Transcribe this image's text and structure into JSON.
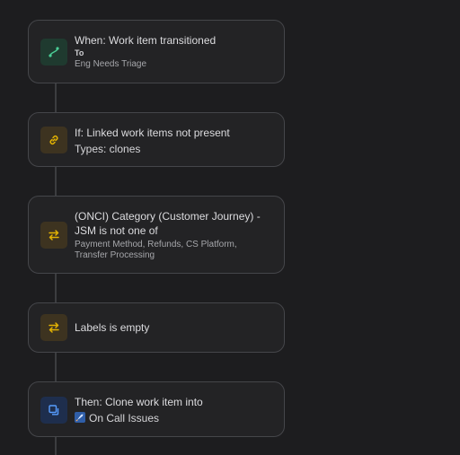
{
  "steps": [
    {
      "type": "trigger",
      "icon": "transition-icon",
      "title": "When: Work item transitioned",
      "label": "To",
      "detail": "Eng Needs Triage"
    },
    {
      "type": "condition",
      "icon": "link-icon",
      "title": "If: Linked work items not present",
      "detail": "Types: clones"
    },
    {
      "type": "condition",
      "icon": "compare-icon",
      "title_line1": "(ONCI) Category (Customer Journey) -",
      "title_line2": "JSM is not one of",
      "detail_line1": "Payment Method, Refunds, CS Platform,",
      "detail_line2": "Transfer Processing"
    },
    {
      "type": "condition",
      "icon": "compare-icon",
      "title": "Labels is empty"
    },
    {
      "type": "action",
      "icon": "clone-icon",
      "title": "Then: Clone work item into",
      "project_icon": "rocket-icon",
      "project": "On Call Issues"
    }
  ],
  "colors": {
    "background": "#1d1d1f",
    "card": "#232325",
    "card_border": "#45464a",
    "trigger_accent": "#4bce97",
    "condition_accent": "#e2b203",
    "action_accent": "#579dff"
  }
}
